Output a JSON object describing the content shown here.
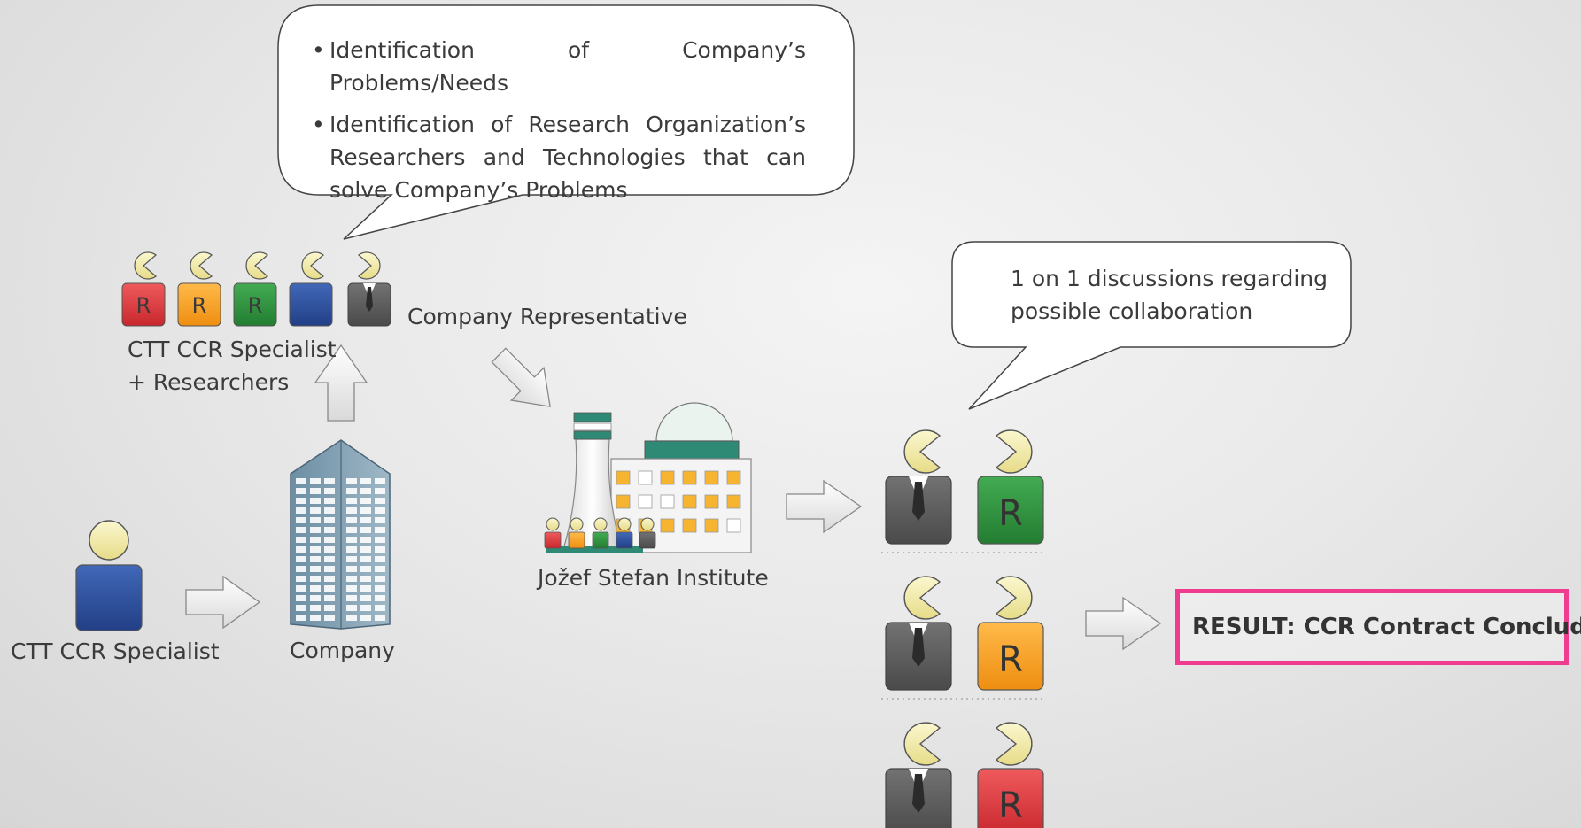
{
  "bubble_top": {
    "items": [
      "Identification of Company’s Problems/Needs",
      "Identification of Research Organization’s Researchers and Technologies that can solve Company’s Problems"
    ]
  },
  "bubble_right": {
    "text": "1 on 1 discussions regarding possible collaboration"
  },
  "labels": {
    "ctt_specialist": "CTT CCR Specialist",
    "company": "Company",
    "group_line1": "CTT CCR Specialist",
    "group_line2": "+ Researchers",
    "company_rep": "Company Representative",
    "institute": "Jožef Stefan Institute"
  },
  "result": "RESULT: CCR Contract Concluded",
  "researcher_letter": "R",
  "colors": {
    "red": "#d9363b",
    "orange": "#f49b1c",
    "green": "#2e8f3c",
    "blue": "#2c4f9e",
    "suit": "#5a5a5a",
    "head": "#f2eaa6",
    "accent": "#f03c8f"
  },
  "icons": [
    "pacman-head-icon",
    "suit-person-icon",
    "researcher-icon",
    "specialist-icon",
    "building-icon",
    "institute-icon",
    "arrow-icon"
  ]
}
